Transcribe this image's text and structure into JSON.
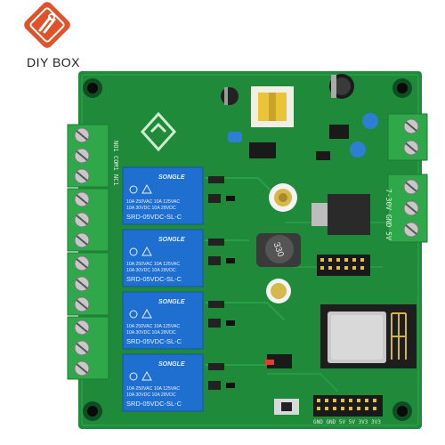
{
  "brand": {
    "name": "DIY BOX",
    "accent": "#e0532a"
  },
  "board": {
    "pcb_color": "#1f8a3a",
    "terminal_color": "#2fa84a",
    "relay_color": "#1f6fd0"
  },
  "relays": [
    {
      "brand": "SONGLE",
      "rating1": "10A 250VAC 10A 125VAC",
      "rating2": "10A 30VDC 10A 28VDC",
      "model": "SRD-05VDC-SL-C"
    },
    {
      "brand": "SONGLE",
      "rating1": "10A 250VAC 10A 125VAC",
      "rating2": "10A 30VDC 10A 28VDC",
      "model": "SRD-05VDC-SL-C"
    },
    {
      "brand": "SONGLE",
      "rating1": "10A 250VAC 10A 125VAC",
      "rating2": "10A 30VDC 10A 28VDC",
      "model": "SRD-05VDC-SL-C"
    },
    {
      "brand": "SONGLE",
      "rating1": "10A 250VAC 10A 125VAC",
      "rating2": "10A 30VDC 10A 28VDC",
      "model": "SRD-05VDC-SL-C"
    }
  ],
  "inductor_label": "330",
  "silkscreen": {
    "power_label": "7-30V GND 5V",
    "bottom_pins": "GND GND 5V 5V 3V3 3V3",
    "relay_side": "NO1 COM1 NC1"
  }
}
